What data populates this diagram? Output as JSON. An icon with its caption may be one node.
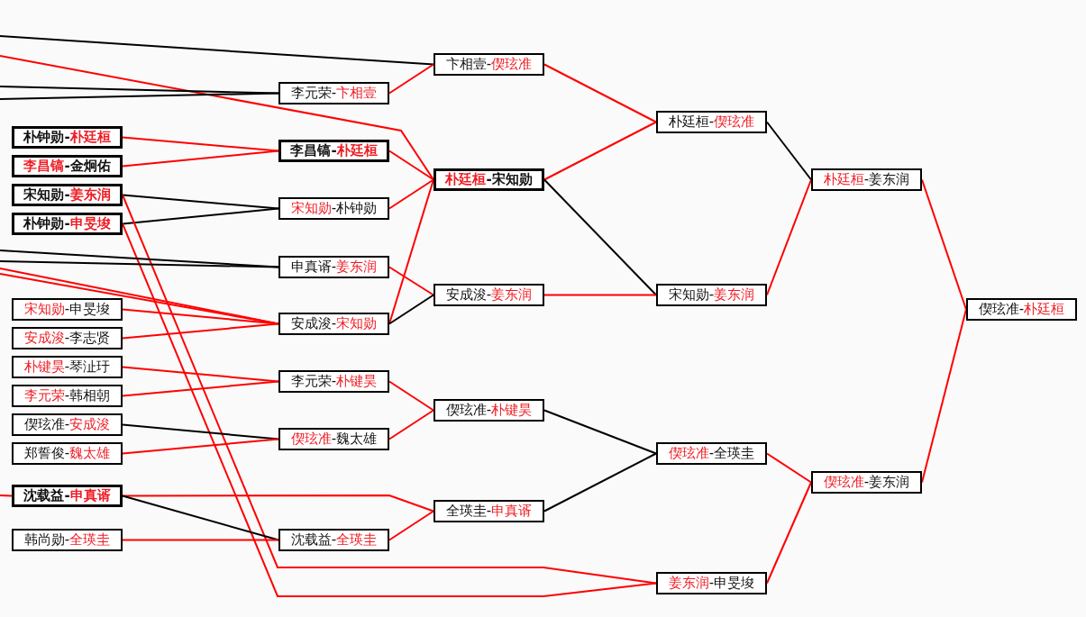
{
  "diagram": {
    "nodes": [
      {
        "text": [
          "朴钟勋-朴廷桓"
        ]
      },
      {
        "text": [
          "李昌镐-金炯佑"
        ]
      },
      {
        "text": [
          "宋知勋-姜东润"
        ]
      },
      {
        "text": [
          "朴钟勋-申旻埈"
        ]
      },
      {
        "text": [
          "宋知勋-申旻埈"
        ]
      },
      {
        "text": [
          "安成浚-李志贤"
        ]
      },
      {
        "text": [
          "朴键昊-琴沚玗"
        ]
      },
      {
        "text": [
          "李元荣-韩相朝"
        ]
      },
      {
        "text": [
          "偰玹准-安成浚"
        ]
      },
      {
        "text": [
          "郑誓俊-魏太雄"
        ]
      },
      {
        "text": [
          "沈载益-申真谞"
        ]
      },
      {
        "text": [
          "韩尚勋-全瑛圭"
        ]
      },
      {
        "text": [
          "李元荣-卞相壹"
        ]
      },
      {
        "text": [
          "李昌镐-朴廷桓"
        ]
      },
      {
        "text": [
          "宋知勋-朴钟勋"
        ]
      },
      {
        "text": [
          "申真谞-姜东润"
        ]
      },
      {
        "text": [
          "安成浚-宋知勋"
        ]
      },
      {
        "text": [
          "李元荣-朴键昊"
        ]
      },
      {
        "text": [
          "偰玹准-魏太雄"
        ]
      },
      {
        "text": [
          "沈载益-全瑛圭"
        ]
      },
      {
        "text": [
          "卞相壹-偰玹准"
        ]
      },
      {
        "text": [
          "朴廷桓-宋知勋"
        ]
      },
      {
        "text": [
          "安成浚-姜东润"
        ]
      },
      {
        "text": [
          "偰玹准-朴键昊"
        ]
      },
      {
        "text": [
          "全瑛圭-申真谞"
        ]
      },
      {
        "text": [
          "朴廷桓-偰玹准"
        ]
      },
      {
        "text": [
          "宋知勋-姜东润"
        ]
      },
      {
        "text": [
          "偰玹准-全瑛圭"
        ]
      },
      {
        "text": [
          "姜东润-申旻埈"
        ]
      },
      {
        "text": [
          "朴廷桓-姜东润"
        ]
      },
      {
        "text": [
          "偰玹准-姜东润"
        ]
      },
      {
        "text": [
          "偰玹准-朴廷桓"
        ]
      }
    ],
    "edges": [
      {
        "from": null,
        "to": 20,
        "arrow": "none",
        "color": "#000000"
      },
      {
        "from": null,
        "to": 21,
        "arrow": "none"
      },
      {
        "from": null,
        "to": 12,
        "arrow": "none",
        "color": "#000000"
      },
      {
        "from": null,
        "to": 12,
        "arrow": "none",
        "color": "#000000"
      },
      {
        "from": 0,
        "to": 13,
        "arrow": "none"
      },
      {
        "from": 1,
        "to": 13,
        "arrow": "none"
      },
      {
        "from": 2,
        "to": 14,
        "arrow": "none",
        "color": "#000000"
      },
      {
        "from": 3,
        "to": 14,
        "arrow": "none",
        "color": "#000000"
      },
      {
        "from": 2,
        "to": 28,
        "arrow": "none"
      },
      {
        "from": 3,
        "to": 28,
        "arrow": "none"
      },
      {
        "from": null,
        "to": 15,
        "arrow": "none",
        "color": "#000000"
      },
      {
        "from": null,
        "to": 15,
        "arrow": "none",
        "color": "#000000"
      },
      {
        "from": null,
        "to": 16,
        "arrow": "none"
      },
      {
        "from": null,
        "to": 16,
        "arrow": "none"
      },
      {
        "from": 4,
        "to": 16,
        "arrow": "none"
      },
      {
        "from": 5,
        "to": 16,
        "arrow": "none"
      },
      {
        "from": 6,
        "to": 17,
        "arrow": "none"
      },
      {
        "from": 7,
        "to": 17,
        "arrow": "none"
      },
      {
        "from": 8,
        "to": 18,
        "arrow": "none",
        "color": "#000000"
      },
      {
        "from": 9,
        "to": 18,
        "arrow": "none"
      },
      {
        "from": null,
        "to": 10,
        "arrow": "none"
      },
      {
        "from": 10,
        "to": 24,
        "arrow": "none"
      },
      {
        "from": 10,
        "to": 19,
        "arrow": "none",
        "color": "#000000"
      },
      {
        "from": 11,
        "to": 19,
        "arrow": "none"
      },
      {
        "from": 12,
        "to": 20,
        "arrow": "none"
      },
      {
        "from": 13,
        "to": 21,
        "arrow": "none"
      },
      {
        "from": 14,
        "to": 21,
        "arrow": "none"
      },
      {
        "from": 16,
        "to": 21,
        "arrow": "none"
      },
      {
        "from": 15,
        "to": 22,
        "arrow": "none"
      },
      {
        "from": 16,
        "to": 22,
        "arrow": "none",
        "color": "#000000"
      },
      {
        "from": 17,
        "to": 23,
        "arrow": "none"
      },
      {
        "from": 18,
        "to": 23,
        "arrow": "none"
      },
      {
        "from": 19,
        "to": 24,
        "arrow": "none"
      },
      {
        "from": 20,
        "to": 25,
        "arrow": "none"
      },
      {
        "from": 21,
        "to": 25,
        "arrow": "none"
      },
      {
        "from": 21,
        "to": 26,
        "arrow": "none",
        "color": "#000000"
      },
      {
        "from": 22,
        "to": 26,
        "arrow": "none"
      },
      {
        "from": 23,
        "to": 27,
        "arrow": "none",
        "color": "#000000"
      },
      {
        "from": 24,
        "to": 27,
        "arrow": "none",
        "color": "#000000"
      },
      {
        "from": 25,
        "to": 29,
        "arrow": "none",
        "color": "#000000"
      },
      {
        "from": 26,
        "to": 29,
        "arrow": "none"
      },
      {
        "from": 27,
        "to": 30,
        "arrow": "none"
      },
      {
        "from": 28,
        "to": 30,
        "arrow": "none"
      },
      {
        "from": 29,
        "to": 31,
        "arrow": "none"
      },
      {
        "from": 30,
        "to": 31,
        "arrow": "none"
      }
    ]
  }
}
